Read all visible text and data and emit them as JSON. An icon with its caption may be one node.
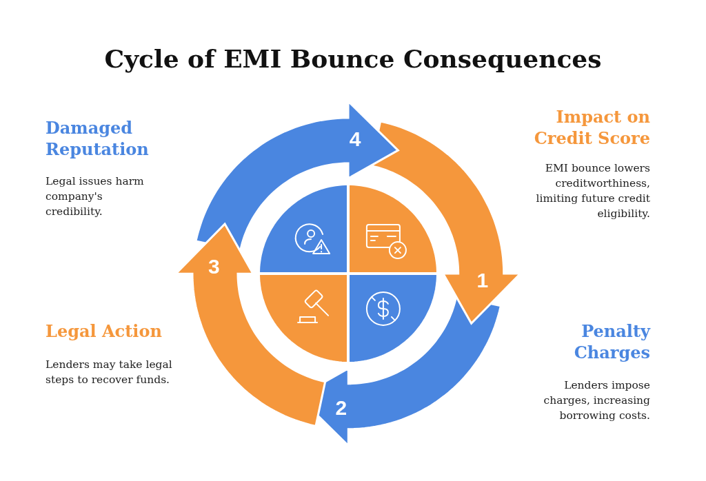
{
  "diagram": {
    "title": "Cycle of EMI Bounce Consequences",
    "nodes": [
      {
        "text": [
          "1"
        ]
      },
      {
        "text": [
          "2"
        ]
      },
      {
        "text": [
          "3"
        ]
      },
      {
        "text": [
          "4"
        ]
      },
      {
        "text": [],
        "shape": "picture"
      },
      {
        "text": [],
        "shape": "picture"
      },
      {
        "text": [],
        "shape": "picture"
      },
      {
        "text": [],
        "shape": "picture"
      }
    ],
    "labels": [
      "Damaged Reputation",
      "Legal issues harm company's credibility.",
      "Impact on Credit Score",
      "EMI bounce lowers creditworthiness, limiting future credit eligibility.",
      "Legal Action",
      "Lenders may take legal steps to recover funds.",
      "Penalty Charges",
      "Lenders impose charges, increasing borrowing costs."
    ]
  }
}
